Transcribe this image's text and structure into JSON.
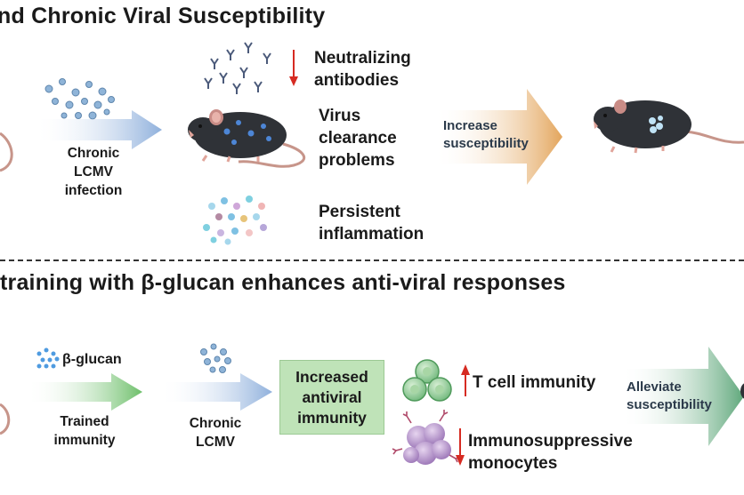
{
  "panel_top": {
    "title": "nd Chronic Viral Susceptibility",
    "infection_label": [
      "Chronic",
      "LCMV",
      "infection"
    ],
    "effects": [
      {
        "icon": "antibody-icon",
        "label": [
          "Neutralizing",
          "antibodies"
        ],
        "direction": "down"
      },
      {
        "icon": "mouse-infected-icon",
        "label": [
          "Virus",
          "clearance",
          "problems"
        ]
      },
      {
        "icon": "cytokine-icon",
        "label": [
          "Persistent",
          "inflammation"
        ]
      }
    ],
    "outcome_arrow": [
      "Increase",
      "susceptibility"
    ]
  },
  "panel_bottom": {
    "title": "training with β-glucan enhances anti-viral responses",
    "bglucan_label": "β-glucan",
    "trained_label": [
      "Trained",
      "immunity"
    ],
    "chronic_label": [
      "Chronic",
      "LCMV"
    ],
    "box_label": [
      "Increased",
      "antiviral",
      "immunity"
    ],
    "effects": [
      {
        "icon": "t-cell-icon",
        "label": "T cell immunity",
        "direction": "up"
      },
      {
        "icon": "monocyte-icon",
        "label": [
          "Immunosuppressive",
          "monocytes"
        ],
        "direction": "down"
      }
    ],
    "outcome_arrow": [
      "Alleviate",
      "susceptibility"
    ]
  },
  "colors": {
    "arrow_blue": "#8fb0dc",
    "arrow_orange": "#e3a55c",
    "arrow_green": "#6dbf6a",
    "arrow_teal": "#5ea77a",
    "box_green": "#bfe3b8",
    "indicator_red": "#d62b22"
  }
}
